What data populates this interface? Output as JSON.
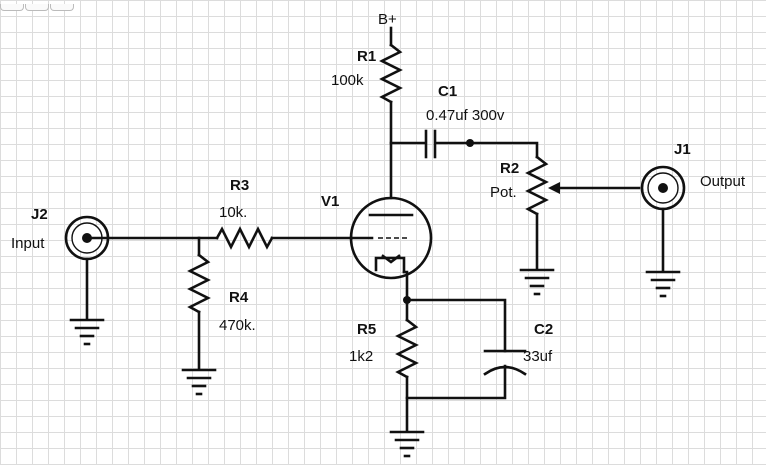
{
  "supply": {
    "label": "B+"
  },
  "components": {
    "R1": {
      "ref": "R1",
      "value": "100k"
    },
    "C1": {
      "ref": "C1",
      "value": "0.47uf 300v"
    },
    "R2": {
      "ref": "R2",
      "value": "Pot."
    },
    "J1": {
      "ref": "J1",
      "name": "Output"
    },
    "R3": {
      "ref": "R3",
      "value": "10k."
    },
    "V1": {
      "ref": "V1"
    },
    "J2": {
      "ref": "J2",
      "name": "Input"
    },
    "R4": {
      "ref": "R4",
      "value": "470k."
    },
    "R5": {
      "ref": "R5",
      "value": "1k2"
    },
    "C2": {
      "ref": "C2",
      "value": "33uf"
    }
  }
}
